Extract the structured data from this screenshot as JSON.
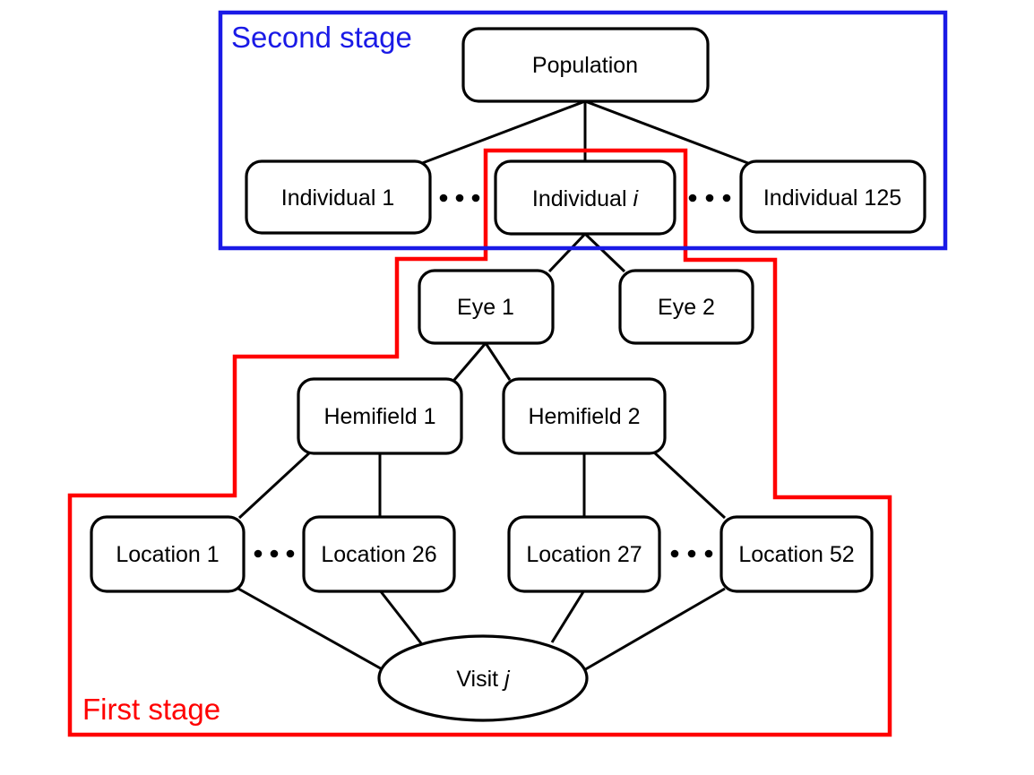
{
  "stages": {
    "second": {
      "label": "Second stage",
      "color": "#1a1ae6"
    },
    "first": {
      "label": "First stage",
      "color": "#ff0000"
    }
  },
  "nodes": {
    "population": "Population",
    "individual1": "Individual 1",
    "individual_i_prefix": "Individual",
    "individual_i_var": "i",
    "individual125": "Individual 125",
    "eye1": "Eye 1",
    "eye2": "Eye 2",
    "hemifield1": "Hemifield 1",
    "hemifield2": "Hemifield 2",
    "location1": "Location 1",
    "location26": "Location 26",
    "location27": "Location 27",
    "location52": "Location 52",
    "visit_prefix": "Visit",
    "visit_var": "j"
  },
  "icons": {
    "ellipsis_dots": "•••"
  },
  "colors": {
    "node_border": "#000000",
    "node_fill": "#ffffff",
    "connector": "#000000",
    "background": "#ffffff"
  }
}
